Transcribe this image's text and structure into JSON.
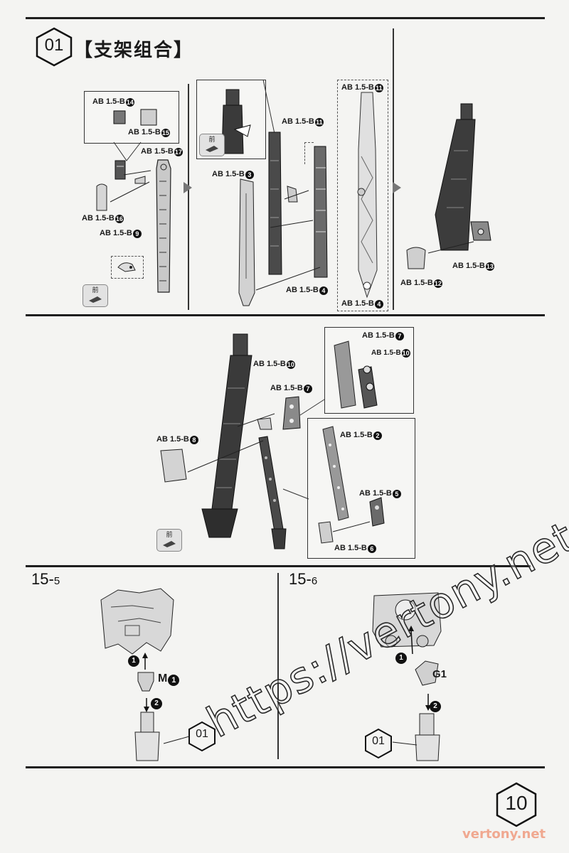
{
  "header": {
    "step_badge": "01",
    "title": "【支架组合】"
  },
  "front_icon_label": "前",
  "panel1": {
    "labels": [
      {
        "text": "AB 1.5-B",
        "num": "14"
      },
      {
        "text": "AB 1.5-B",
        "num": "15"
      },
      {
        "text": "AB 1.5-B",
        "num": "17"
      },
      {
        "text": "AB 1.5-B",
        "num": "16"
      },
      {
        "text": "AB 1.5-B",
        "num": "9"
      },
      {
        "text": "AB 1.5-B",
        "num": "11"
      },
      {
        "text": "AB 1.5-B",
        "num": "3"
      },
      {
        "text": "AB 1.5-B",
        "num": "4"
      },
      {
        "text": "AB 1.5-B",
        "num": "11"
      },
      {
        "text": "AB 1.5-B",
        "num": "4"
      },
      {
        "text": "AB 1.5-B",
        "num": "13"
      },
      {
        "text": "AB 1.5-B",
        "num": "12"
      }
    ]
  },
  "panel2": {
    "labels": [
      {
        "text": "AB 1.5-B",
        "num": "7"
      },
      {
        "text": "AB 1.5-B",
        "num": "10"
      },
      {
        "text": "AB 1.5-B",
        "num": "10"
      },
      {
        "text": "AB 1.5-B",
        "num": "7"
      },
      {
        "text": "AB 1.5-B",
        "num": "8"
      },
      {
        "text": "AB 1.5-B",
        "num": "2"
      },
      {
        "text": "AB 1.5-B",
        "num": "5"
      },
      {
        "text": "AB 1.5-B",
        "num": "6"
      }
    ]
  },
  "panel3": {
    "left": {
      "step": "15",
      "sub": "5",
      "part_label": "M",
      "part_num": "1",
      "badge": "01",
      "arrow1": "1",
      "arrow2": "2"
    },
    "right": {
      "step": "15",
      "sub": "6",
      "part_label": "G1",
      "badge": "01",
      "arrow1": "1",
      "arrow2": "2"
    }
  },
  "page_number": "10",
  "watermark": "https://vertony.net/",
  "watermark_small": "vertony.net"
}
